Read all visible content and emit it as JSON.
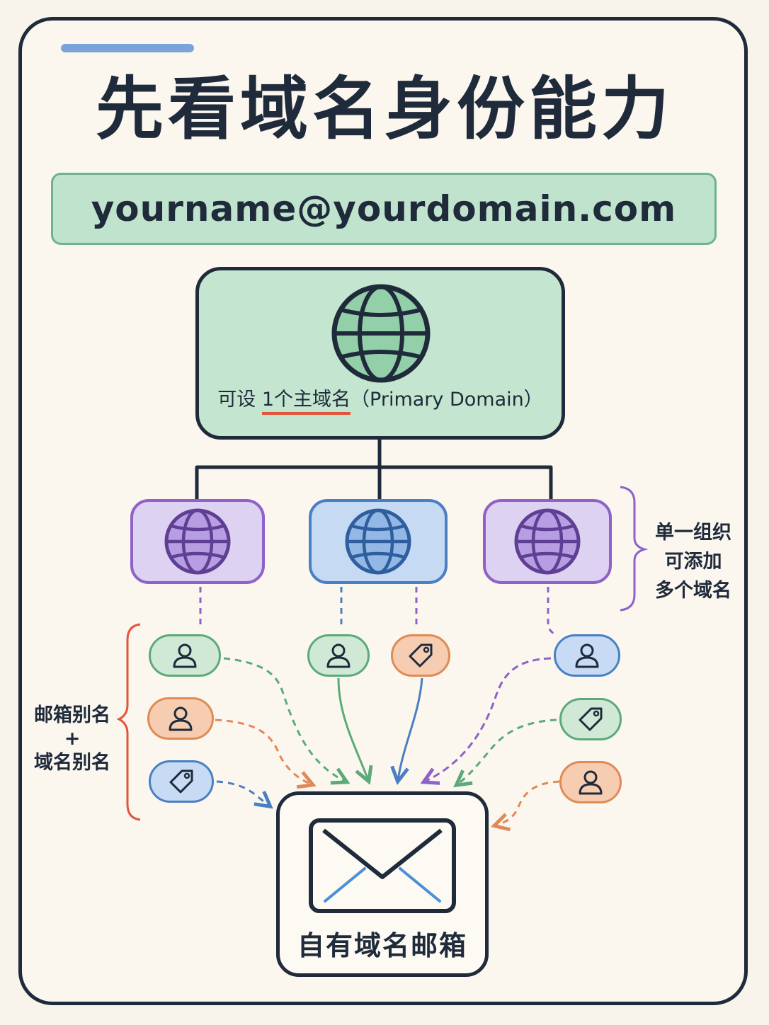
{
  "title": "先看域名身份能力",
  "email_example": "yourname@yourdomain.com",
  "primary_domain": {
    "label_prefix": "可设 ",
    "label_highlight": "1个主域名",
    "label_suffix": "（Primary Domain）"
  },
  "additional_domains_note": [
    "单一组织",
    "可添加",
    "多个域名"
  ],
  "alias_note": [
    "邮箱别名",
    "+",
    "域名别名"
  ],
  "mailbox_label": "自有域名邮箱",
  "icons": {
    "globe": "globe-icon",
    "user": "user-icon",
    "tag": "tag-icon",
    "mail": "envelope-icon"
  },
  "colors": {
    "ink": "#1f2a3a",
    "green": "#5caa79",
    "purple": "#8e62c8",
    "blue": "#4a7fc4",
    "orange": "#e08a57",
    "red": "#e2553c",
    "accent": "#7aa3db"
  }
}
